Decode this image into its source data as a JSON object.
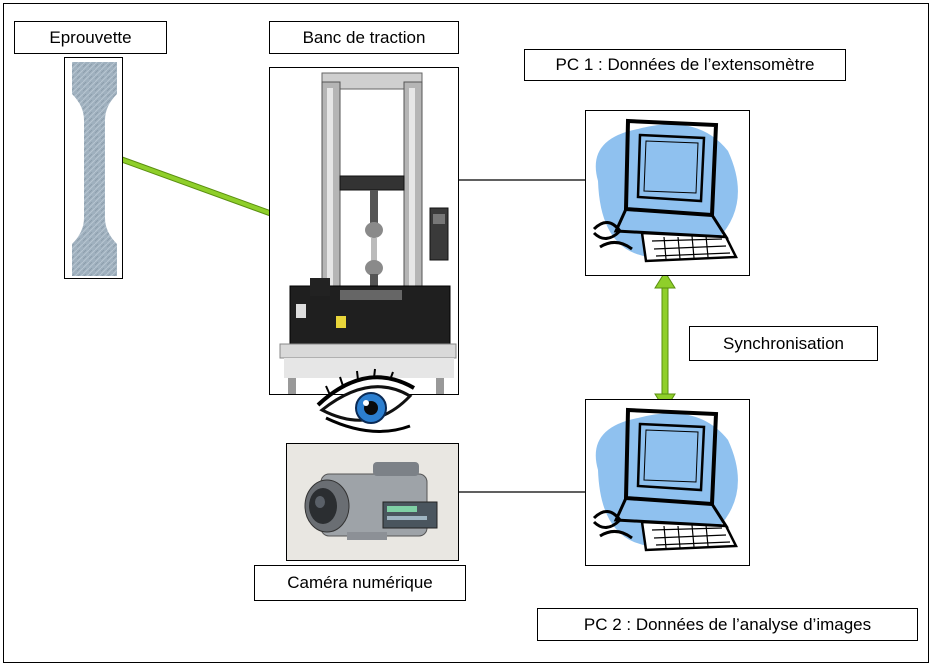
{
  "labels": {
    "eprouvette": "Eprouvette",
    "banc": "Banc de traction",
    "pc1": "PC 1 : Données de l’extensomètre",
    "synchro": "Synchronisation",
    "camera": "Caméra numérique",
    "pc2": "PC 2 : Données de l’analyse d’images"
  },
  "colors": {
    "arrow_green": "#8fcf2a",
    "arrow_green_dark": "#5a8f10",
    "computer_blob": "#8fc1ef",
    "specimen": "#9fb0be",
    "eye_iris": "#2c7fd0"
  },
  "icons": {
    "specimen": "tensile-specimen-icon",
    "machine": "tensile-testing-machine-image",
    "computer": "computer-clipart-icon",
    "eye": "eye-icon",
    "camera": "camcorder-image"
  }
}
